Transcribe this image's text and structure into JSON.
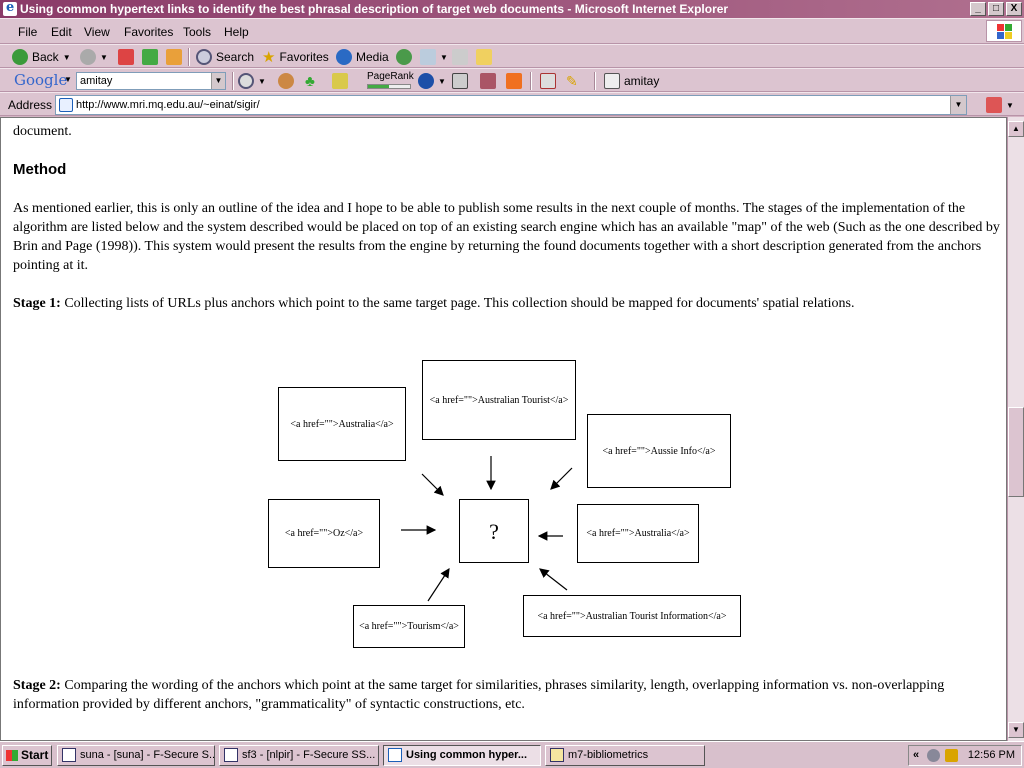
{
  "window": {
    "title": "Using common hypertext links to identify the best phrasal description of target web documents - Microsoft Internet Explorer",
    "min": "_",
    "max": "□",
    "close": "X"
  },
  "menu": [
    "File",
    "Edit",
    "View",
    "Favorites",
    "Tools",
    "Help"
  ],
  "toolbar": {
    "back": "Back",
    "search": "Search",
    "favorites": "Favorites",
    "media": "Media"
  },
  "google_bar": {
    "logo": "Google",
    "query": "amitay",
    "pagerank": "PageRank",
    "highlight_term": "amitay",
    "pagerank_fraction": 0.5
  },
  "address": {
    "label": "Address",
    "url": "http://www.mri.mq.edu.au/~einat/sigir/"
  },
  "page": {
    "fragment": "document.",
    "heading": "Method",
    "para1": "As mentioned earlier, this is only an outline of the idea and I hope to be able to publish some results in the next couple of months. The stages of the implementation of the algorithm are listed below and the system described would be placed on top of an existing search engine which has an available \"map\" of the web (Such as the one described by Brin and Page (1998)). This system would present the results from the engine by returning the found documents together with a short description generated from the anchors pointing at it.",
    "stage1_label": "Stage 1:",
    "stage1_text": " Collecting lists of URLs plus anchors which point to the same target page. This collection should be mapped for documents' spatial relations.",
    "stage2_label": "Stage 2:",
    "stage2_text": " Comparing the wording of the anchors which point at the same target for similarities, phrases similarity, length, overlapping information vs. non-overlapping information provided by different anchors, \"grammaticality\" of syntactic constructions, etc."
  },
  "diagram": {
    "target": "?",
    "anchors": [
      "<a href=\"\">Australia</a>",
      "<a href=\"\">Australian Tourist</a>",
      "<a href=\"\">Aussie Info</a>",
      "<a href=\"\">Oz</a>",
      "<a href=\"\">Australia</a>",
      "<a href=\"\">Tourism</a>",
      "<a href=\"\">Australian Tourist Information</a>"
    ]
  },
  "taskbar": {
    "start": "Start",
    "tasks": [
      "suna - [suna] - F-Secure S...",
      "sf3 - [nlpir] - F-Secure SS...",
      "Using common hyper...",
      "m7-bibliometrics"
    ],
    "clock": "12:56 PM",
    "tray_chevron": "«"
  }
}
